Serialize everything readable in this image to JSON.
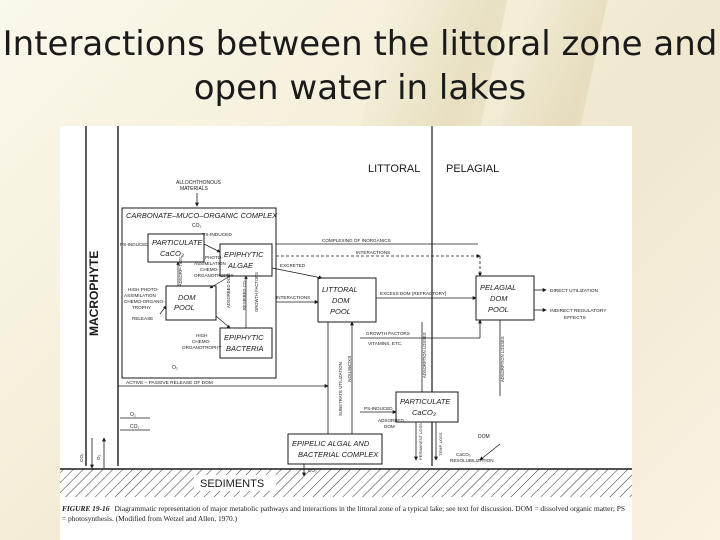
{
  "slide": {
    "title_line1": "Interactions between the littoral zone and",
    "title_line2": "open water in lakes"
  },
  "figure": {
    "zone_labels": {
      "littoral": "LITTORAL",
      "pelagial": "PELAGIAL"
    },
    "macrophyte_label": "MACROPHYTE",
    "sediments_label": "SEDIMENTS",
    "allochthonous": [
      "ALLOCHTHONOUS",
      "MATERIALS"
    ],
    "complex_title": "CARBONATE–MUCO–ORGANIC COMPLEX",
    "boxes": {
      "particulate_caco3_top": [
        "PARTICULATE",
        "CaCO₃"
      ],
      "epiphytic_algae": [
        "EPIPHYTIC",
        "ALGAE"
      ],
      "dom_pool_left": [
        "DOM",
        "POOL"
      ],
      "epiphytic_bacteria": [
        "EPIPHYTIC",
        "BACTERIA"
      ],
      "littoral_dom_pool": [
        "LITTORAL",
        "DOM",
        "POOL"
      ],
      "pelagial_dom_pool": [
        "PELAGIAL",
        "DOM",
        "POOL"
      ],
      "particulate_caco3_bottom": [
        "PARTICULATE",
        "CaCO₃"
      ],
      "epipelic_complex": [
        "EPIPELIC ALGAL AND",
        "BACTERIAL COMPLEX"
      ]
    },
    "labels": {
      "co2_top": "CO₂",
      "ps_induced_top": "PS-INDUCED",
      "ps_induced_left": "PS-INDUCED",
      "adsorption": "ADSORP-TION",
      "photo_assimilation": [
        "PHOTO-",
        "ASSIMILATION",
        "CHEMO-",
        "ORGANOTROPHY"
      ],
      "adsorbed_dom": "ADSORBED DOM",
      "respired_co2": "RESPIRED CO₂",
      "growth_factors": "GROWTH FACTORS",
      "high_photo": [
        "HIGH PHOTO-",
        "ASSIMILATION",
        "CHEMO-ORGANO-",
        "TROPHY"
      ],
      "release": "RELEASE",
      "high_chemo": [
        "HIGH",
        "CHEMO-",
        "ORGANOTROPHY"
      ],
      "o2_mid": "O₂",
      "complexing": "COMPLEXING OF INORGANICS",
      "interactions_top": "INTERACTIONS",
      "excreted": "EXCRETED",
      "interactions_left": "INTERACTIONS",
      "excess_dom": "EXCESS DOM (REFRACTORY)",
      "growth_vitamins": [
        "GROWTH FACTORS",
        "VITAMINS, ETC."
      ],
      "direct_utilization": "DIRECT UTILIZATION",
      "indirect_regulatory": [
        "INDIRECT REGULATORY",
        "EFFECTS"
      ],
      "active_passive": "ACTIVE – PASSIVE RELEASE OF DOM",
      "o2_a": "O₂",
      "co2_a": "CO₂",
      "substrate_utilization": "SUBSTRATE UTILIZATION",
      "excretion": "EXCRETION",
      "adsorption_losses": "ADSORPTION LOSSES",
      "adsorption_losses_2": "ADSORPTION LOSSES",
      "ps_induced_bottom": "PS-INDUCED",
      "adsorbed_dom_bottom": [
        "ADSORBED",
        "DOM"
      ],
      "permanent_loss": "PERMANENT LOSS",
      "temp_loss": "TEMP. LOSS",
      "dom_right": "DOM",
      "resolubilization": [
        "CaCO₃",
        "RESOLUBILIZATION"
      ],
      "co2_vertical": "CO₂",
      "o2_vertical": "O₂",
      "co2_bottom": "CO₂"
    },
    "caption": {
      "figure_number": "FIGURE 19-16",
      "text": "Diagrammatic representation of major metabolic pathways and interactions in the littoral zone of a typical lake; see text for discussion. DOM = dissolved organic matter; PS = photosynthesis. (Modified from Wetzel and Allen, 1970.)"
    }
  }
}
